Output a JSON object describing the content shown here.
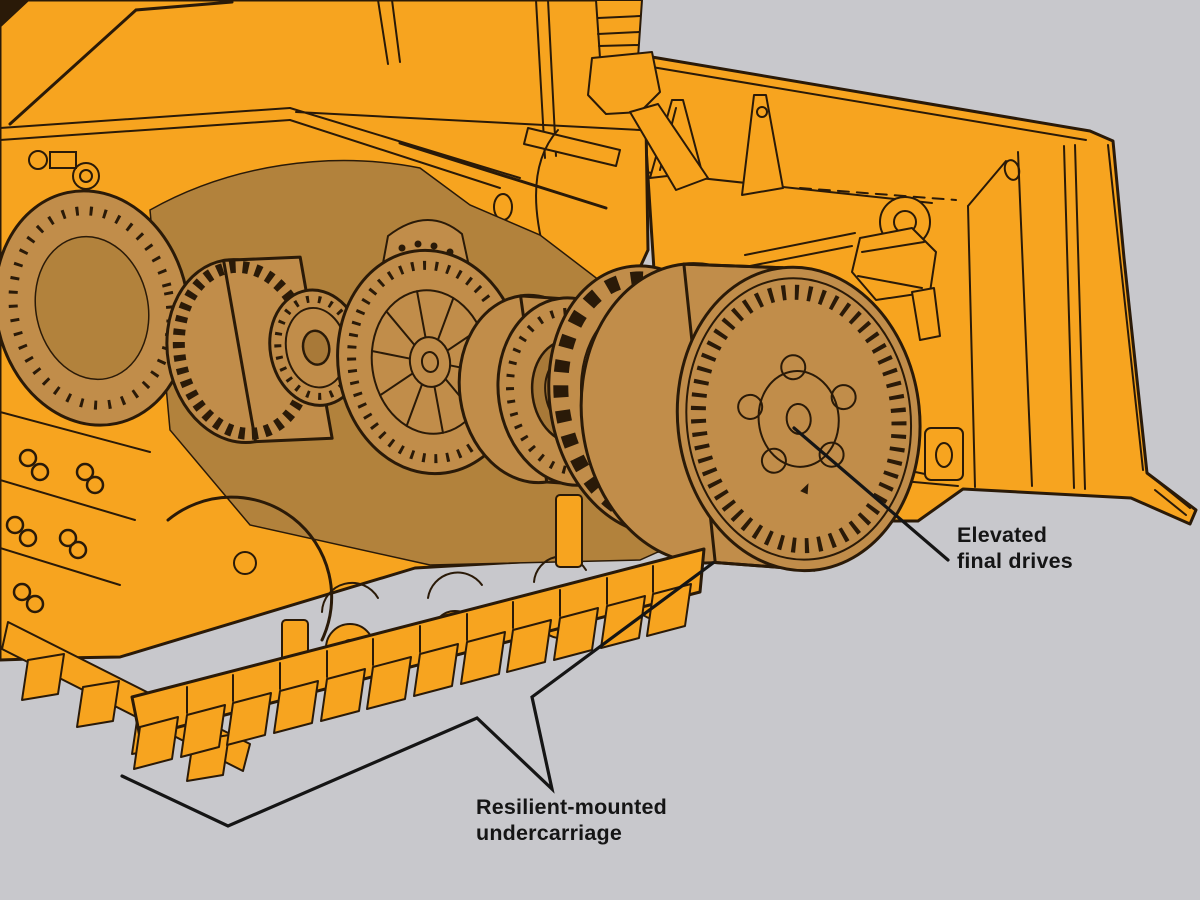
{
  "illustration": {
    "subject": "track-type tractor cutaway drawing",
    "labels": {
      "final_drives": {
        "line1": "Elevated",
        "line2": "final drives"
      },
      "undercarriage": {
        "line1": "Resilient-mounted",
        "line2": "undercarriage"
      }
    }
  },
  "colors": {
    "background": "#c8c8cc",
    "machine-orange": "#f7a41f",
    "cutaway-tan": "#b2823c",
    "part-tan": "#c18d4a",
    "part-tan-dark": "#a87938",
    "outline": "#2a1a08",
    "label-text": "#151515"
  }
}
